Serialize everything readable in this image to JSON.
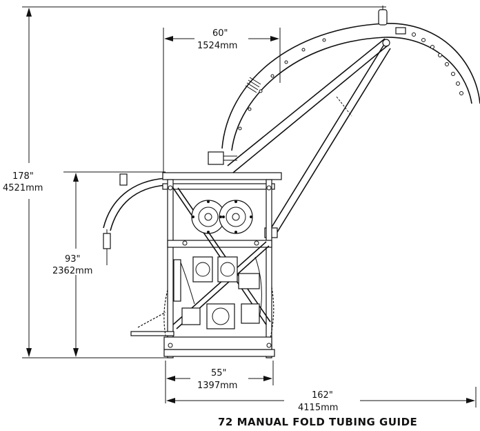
{
  "title": "72 MANUAL FOLD TUBING GUIDE",
  "dimensions": {
    "overall_height": {
      "imperial": "178\"",
      "metric": "4521mm"
    },
    "frame_height": {
      "imperial": "93\"",
      "metric": "2362mm"
    },
    "top_width": {
      "imperial": "60\"",
      "metric": "1524mm"
    },
    "base_width": {
      "imperial": "55\"",
      "metric": "1397mm"
    },
    "overall_length": {
      "imperial": "162\"",
      "metric": "4115mm"
    }
  }
}
